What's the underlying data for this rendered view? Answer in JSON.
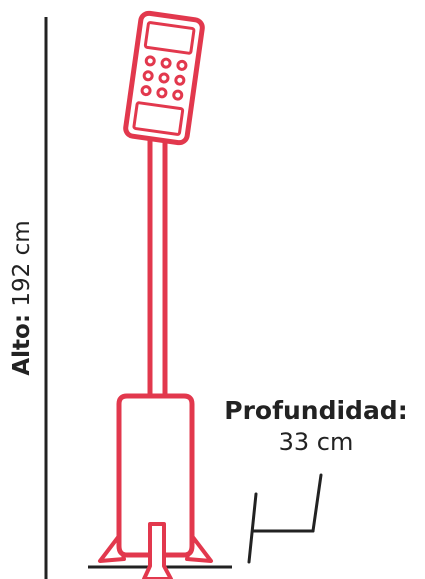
{
  "colors": {
    "accent": "#e2384d",
    "dimension_line": "#222222",
    "text": "#222222"
  },
  "height": {
    "label": "Alto:",
    "value": "192 cm"
  },
  "depth": {
    "label": "Profundidad:",
    "value": "33 cm"
  }
}
